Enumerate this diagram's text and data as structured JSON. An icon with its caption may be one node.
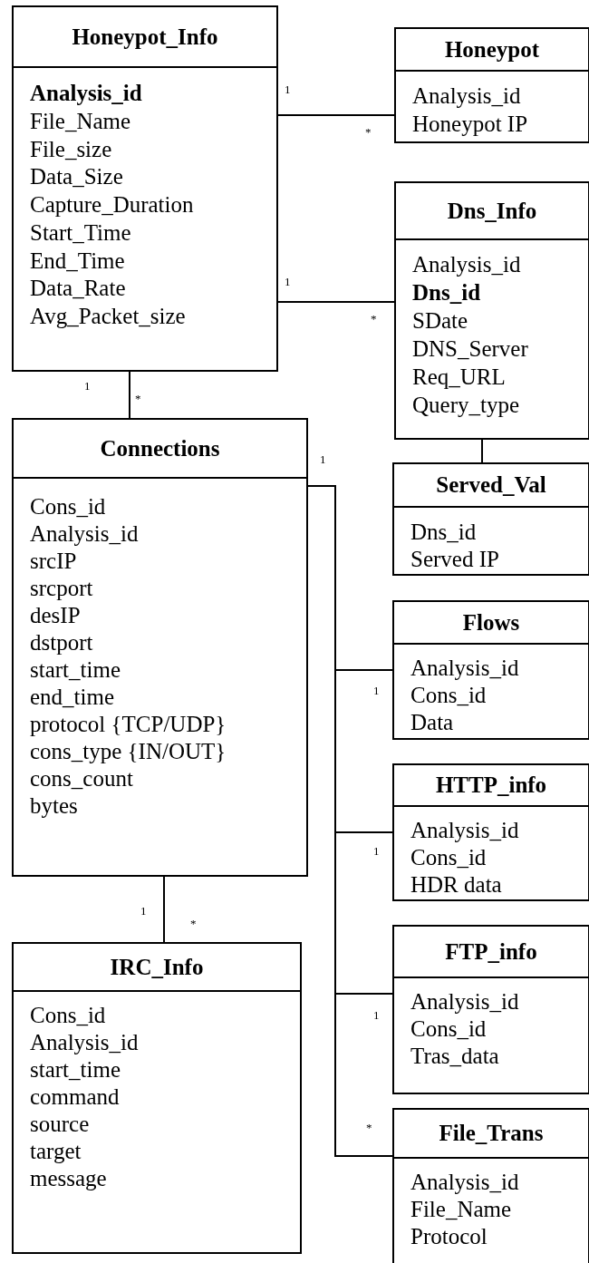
{
  "diagram": {
    "nodes": [
      {
        "text": [
          "Honeypot_Info",
          "Analysis_id",
          "File_Name",
          "File_size",
          "Data_Size",
          "Capture_Duration",
          "Start_Time",
          "End_Time",
          "Data_Rate",
          "Avg_Packet_size"
        ]
      },
      {
        "text": [
          "Honeypot",
          "Analysis_id",
          "Honeypot IP"
        ]
      },
      {
        "text": [
          "Dns_Info",
          "Analysis_id",
          "Dns_id",
          "SDate",
          "DNS_Server",
          "Req_URL",
          "Query_type"
        ]
      },
      {
        "text": [
          "Connections",
          "Cons_id",
          "Analysis_id",
          "srcIP",
          "srcport",
          "desIP",
          "dstport",
          "start_time",
          "end_time",
          "protocol {TCP/UDP}",
          "cons_type {IN/OUT}",
          "cons_count",
          "bytes"
        ]
      },
      {
        "text": [
          "Served_Val",
          "Dns_id",
          "Served IP"
        ]
      },
      {
        "text": [
          "Flows",
          "Analysis_id",
          "Cons_id",
          "Data"
        ]
      },
      {
        "text": [
          "HTTP_info",
          "Analysis_id",
          "Cons_id",
          "HDR data"
        ]
      },
      {
        "text": [
          "IRC_Info",
          "Cons_id",
          "Analysis_id",
          "start_time",
          "command",
          "source",
          "target",
          "message"
        ]
      },
      {
        "text": [
          "FTP_info",
          "Analysis_id",
          "Cons_id",
          "Tras_data"
        ]
      },
      {
        "text": [
          "File_Trans",
          "Analysis_id",
          "File_Name",
          "Protocol"
        ]
      }
    ],
    "edges": [
      {
        "from": 0,
        "to": 1,
        "arrow": "none"
      },
      {
        "from": 0,
        "to": 2,
        "arrow": "none"
      },
      {
        "from": 0,
        "to": 3,
        "arrow": "none"
      },
      {
        "from": 2,
        "to": 4,
        "arrow": "none"
      },
      {
        "from": 3,
        "to": 5,
        "arrow": "none"
      },
      {
        "from": 3,
        "to": 6,
        "arrow": "none"
      },
      {
        "from": 3,
        "to": 8,
        "arrow": "none"
      },
      {
        "from": 3,
        "to": 9,
        "arrow": "none"
      },
      {
        "from": 3,
        "to": 7,
        "arrow": "none"
      }
    ],
    "labels": [
      "1",
      "*",
      "1",
      "*",
      "1",
      "*",
      "1",
      "1",
      "1",
      "1",
      "*",
      "1",
      "*"
    ]
  }
}
